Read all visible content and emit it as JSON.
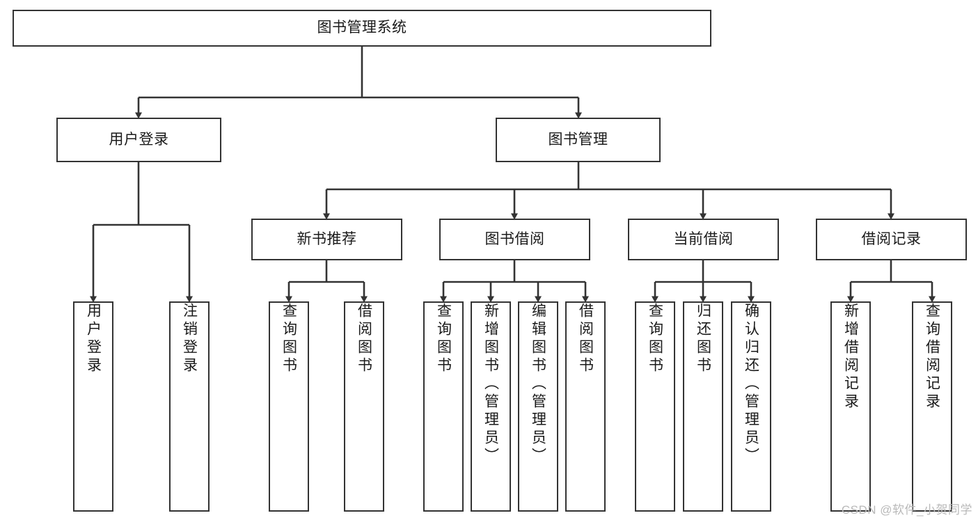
{
  "diagram": {
    "title": "图书管理系统",
    "type": "tree",
    "orientation": "top-down",
    "colors": {
      "box_stroke": "#333333",
      "box_fill": "#ffffff",
      "edge": "#333333",
      "text": "#1a1a1a",
      "watermark": "#b9b9b9",
      "background": "#ffffff"
    },
    "levels": {
      "root": "图书管理系统",
      "level2": [
        "用户登录",
        "图书管理"
      ],
      "level3": [
        "新书推荐",
        "图书借阅",
        "当前借阅",
        "借阅记录"
      ]
    },
    "nodes": {
      "root": {
        "label": "图书管理系统"
      },
      "user_login": {
        "label": "用户登录"
      },
      "book_manage": {
        "label": "图书管理"
      },
      "new_book_rec": {
        "label": "新书推荐"
      },
      "book_borrow": {
        "label": "图书借阅"
      },
      "current_borrow": {
        "label": "当前借阅"
      },
      "borrow_record": {
        "label": "借阅记录"
      },
      "leaf_user_login": {
        "label": "用户登录"
      },
      "leaf_logout": {
        "label": "注销登录"
      },
      "leaf_query_book_1": {
        "label": "查询图书"
      },
      "leaf_borrow_book_1": {
        "label": "借阅图书"
      },
      "leaf_query_book_2": {
        "label": "查询图书"
      },
      "leaf_add_book_admin": {
        "label": "新增图书（管理员）"
      },
      "leaf_edit_book_admin": {
        "label": "编辑图书（管理员）"
      },
      "leaf_borrow_book_2": {
        "label": "借阅图书"
      },
      "leaf_query_book_3": {
        "label": "查询图书"
      },
      "leaf_return_book": {
        "label": "归还图书"
      },
      "leaf_confirm_return_admin": {
        "label": "确认归还（管理员）"
      },
      "leaf_add_borrow_record": {
        "label": "新增借阅记录"
      },
      "leaf_query_borrow_record": {
        "label": "查询借阅记录"
      }
    },
    "edges": [
      {
        "from": "root",
        "to": "user_login"
      },
      {
        "from": "root",
        "to": "book_manage"
      },
      {
        "from": "user_login",
        "to": "leaf_user_login"
      },
      {
        "from": "user_login",
        "to": "leaf_logout"
      },
      {
        "from": "book_manage",
        "to": "new_book_rec"
      },
      {
        "from": "book_manage",
        "to": "book_borrow"
      },
      {
        "from": "book_manage",
        "to": "current_borrow"
      },
      {
        "from": "book_manage",
        "to": "borrow_record"
      },
      {
        "from": "new_book_rec",
        "to": "leaf_query_book_1"
      },
      {
        "from": "new_book_rec",
        "to": "leaf_borrow_book_1"
      },
      {
        "from": "book_borrow",
        "to": "leaf_query_book_2"
      },
      {
        "from": "book_borrow",
        "to": "leaf_add_book_admin"
      },
      {
        "from": "book_borrow",
        "to": "leaf_edit_book_admin"
      },
      {
        "from": "book_borrow",
        "to": "leaf_borrow_book_2"
      },
      {
        "from": "current_borrow",
        "to": "leaf_query_book_3"
      },
      {
        "from": "current_borrow",
        "to": "leaf_return_book"
      },
      {
        "from": "current_borrow",
        "to": "leaf_confirm_return_admin"
      },
      {
        "from": "borrow_record",
        "to": "leaf_add_borrow_record"
      },
      {
        "from": "borrow_record",
        "to": "leaf_query_borrow_record"
      }
    ]
  },
  "watermark": {
    "text": "CSDN @软件_小贺同学"
  }
}
